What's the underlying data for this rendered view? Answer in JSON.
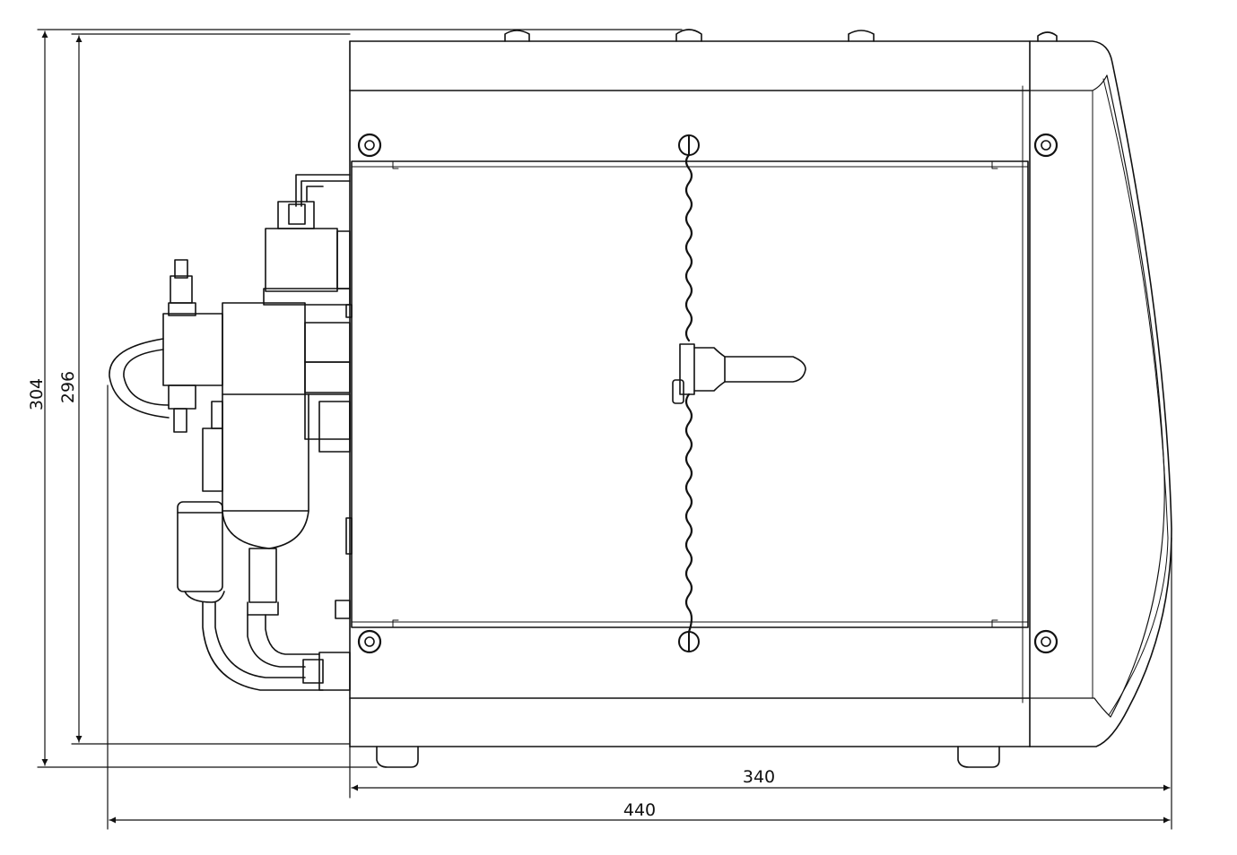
{
  "drawing": {
    "line_color": "#111111",
    "background": "#ffffff",
    "dimensions": {
      "overall_height": "304",
      "housing_height": "296",
      "housing_width": "340",
      "overall_width": "440"
    }
  }
}
